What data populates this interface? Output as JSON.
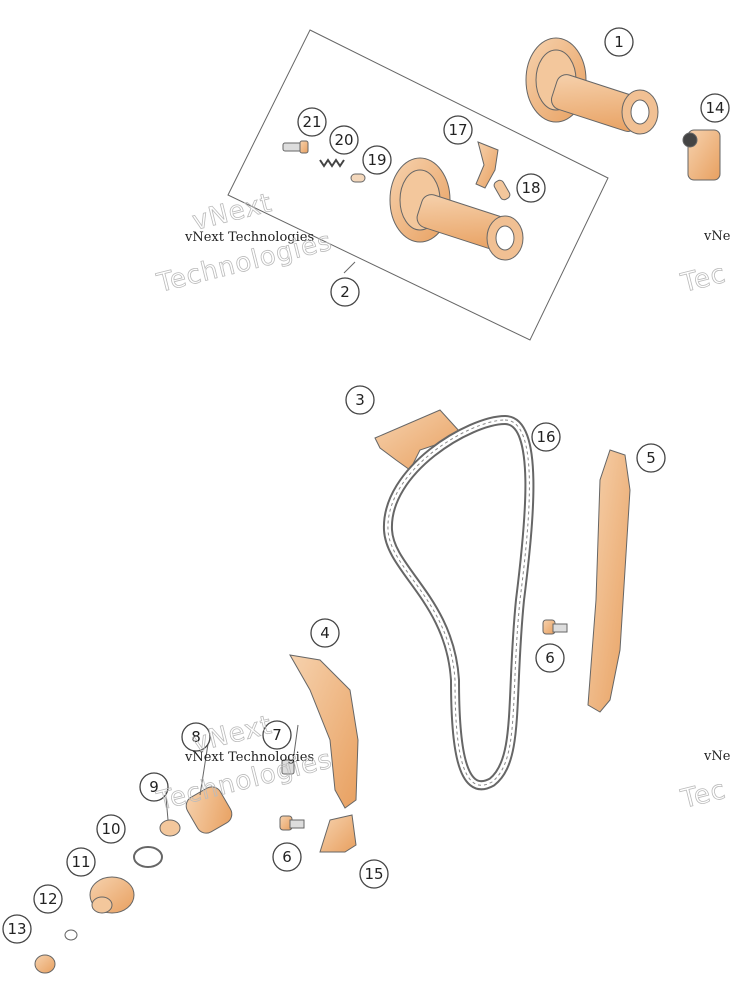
{
  "callouts": [
    {
      "label": "1"
    },
    {
      "label": "2"
    },
    {
      "label": "3"
    },
    {
      "label": "4"
    },
    {
      "label": "5"
    },
    {
      "label": "6"
    },
    {
      "label": "6"
    },
    {
      "label": "7"
    },
    {
      "label": "8"
    },
    {
      "label": "9"
    },
    {
      "label": "10"
    },
    {
      "label": "11"
    },
    {
      "label": "12"
    },
    {
      "label": "13"
    },
    {
      "label": "14"
    },
    {
      "label": "15"
    },
    {
      "label": "16"
    },
    {
      "label": "17"
    },
    {
      "label": "18"
    },
    {
      "label": "19"
    },
    {
      "label": "20"
    },
    {
      "label": "21"
    }
  ],
  "watermark": {
    "small_text": "vNext Technologies",
    "large_line1": "vNext",
    "large_line2": "Technologies",
    "edge_small": "vNe",
    "edge_large": "Tec"
  },
  "colors": {
    "part_orange": "#e8a060",
    "line": "#555555",
    "watermark_outline": "#bbbbbb"
  }
}
